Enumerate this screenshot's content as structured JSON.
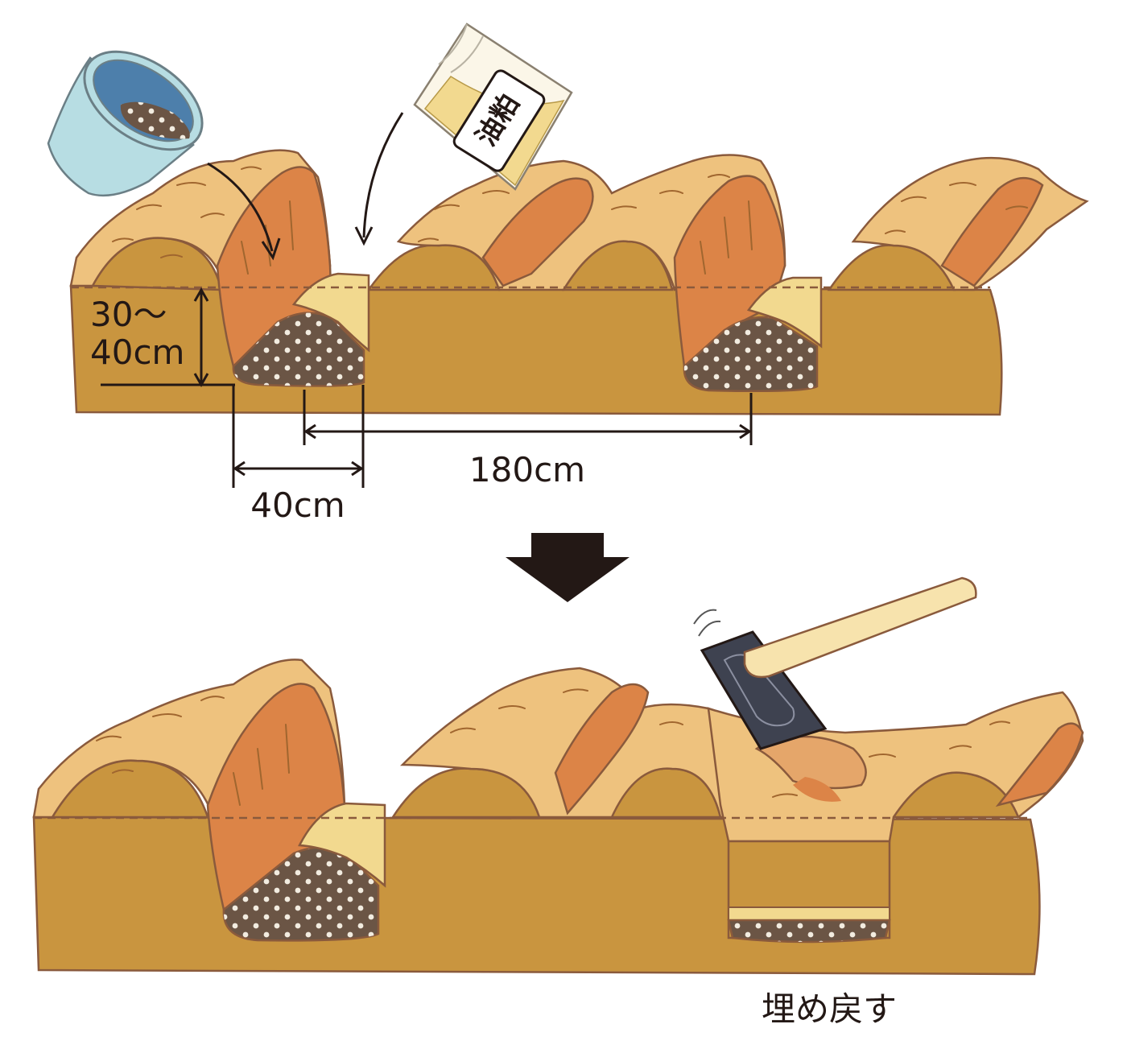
{
  "labels": {
    "depth_line1": "30〜",
    "depth_line2": "40cm",
    "trench_width": "40cm",
    "spacing": "180cm",
    "bag_text": "油粕",
    "refill": "埋め戻す"
  },
  "icons": {
    "bucket": "compost-bucket-icon",
    "bag": "oil-cake-bag-icon",
    "hoe": "hoe-icon",
    "step_arrow": "arrow-down-icon"
  },
  "colors": {
    "subsoil": "#c9953f",
    "topsoil_light": "#eec27e",
    "topsoil_dark": "#dc8447",
    "compost": "#6b5545",
    "oil_cake": "#f2d98f",
    "bucket": "#b7dde3",
    "bucket_inside": "#4d7fab",
    "hoe_blade": "#3e4250",
    "hoe_handle": "#f7e3ad",
    "ink": "#231815"
  }
}
